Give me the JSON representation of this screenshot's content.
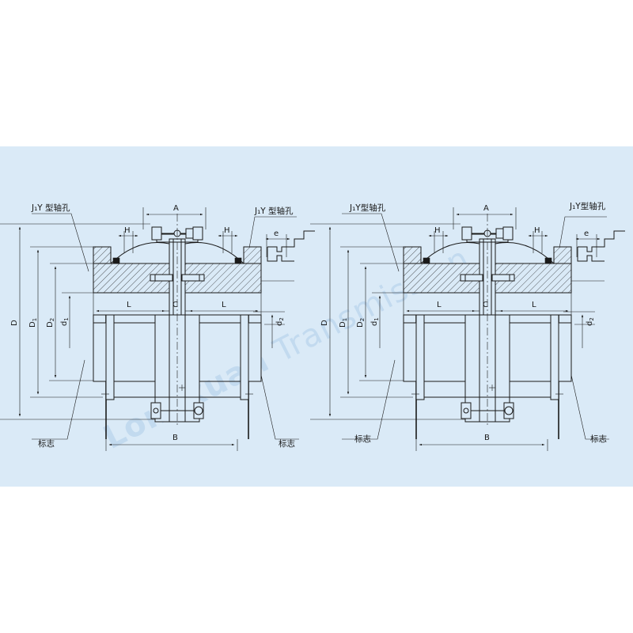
{
  "watermark": {
    "brand": "Longxuan",
    "word": " Transmission"
  },
  "figures": [
    {
      "bore_label_left": "J₁Y 型轴孔",
      "bore_label_right": "J₁Y 型轴孔",
      "marker_label_left": "标志",
      "marker_label_right": "标志",
      "dims": {
        "A": "A",
        "B": "B",
        "C": "C",
        "L": "L",
        "H": "H",
        "e": "e",
        "D": "D",
        "D1": "D",
        "D1_sub": "1",
        "D2": "D",
        "D2_sub": "2",
        "d1": "d",
        "d1_sub": "1",
        "d2": "d",
        "d2_sub": "2"
      }
    },
    {
      "bore_label_left": "J₁Y型轴孔",
      "bore_label_right": "J₁Y型轴孔",
      "marker_label_left": "标志",
      "marker_label_right": "标志",
      "dims": {
        "A": "A",
        "B": "B",
        "C": "C",
        "L": "L",
        "H": "H",
        "e": "e",
        "D": "D",
        "D1": "D",
        "D1_sub": "1",
        "D2": "D",
        "D2_sub": "2",
        "d1": "d",
        "d1_sub": "1",
        "d2": "d",
        "d2_sub": "2"
      }
    }
  ],
  "colors": {
    "panel": "#daeaf7",
    "line": "#1a1a1a",
    "watermark": "#b9d4ec"
  }
}
